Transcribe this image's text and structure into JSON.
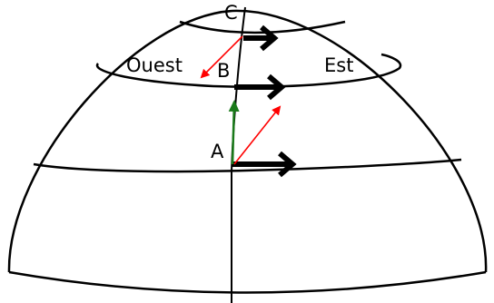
{
  "labels": {
    "west": "Ouest",
    "east": "Est",
    "point_a": "A",
    "point_b": "B",
    "point_c": "C"
  },
  "colors": {
    "outline": "#000000",
    "rotation_arrow": "#000000",
    "northward_arrow": "#1a7a1a",
    "deflection_arrow": "#ff0000",
    "background": "#ffffff"
  }
}
